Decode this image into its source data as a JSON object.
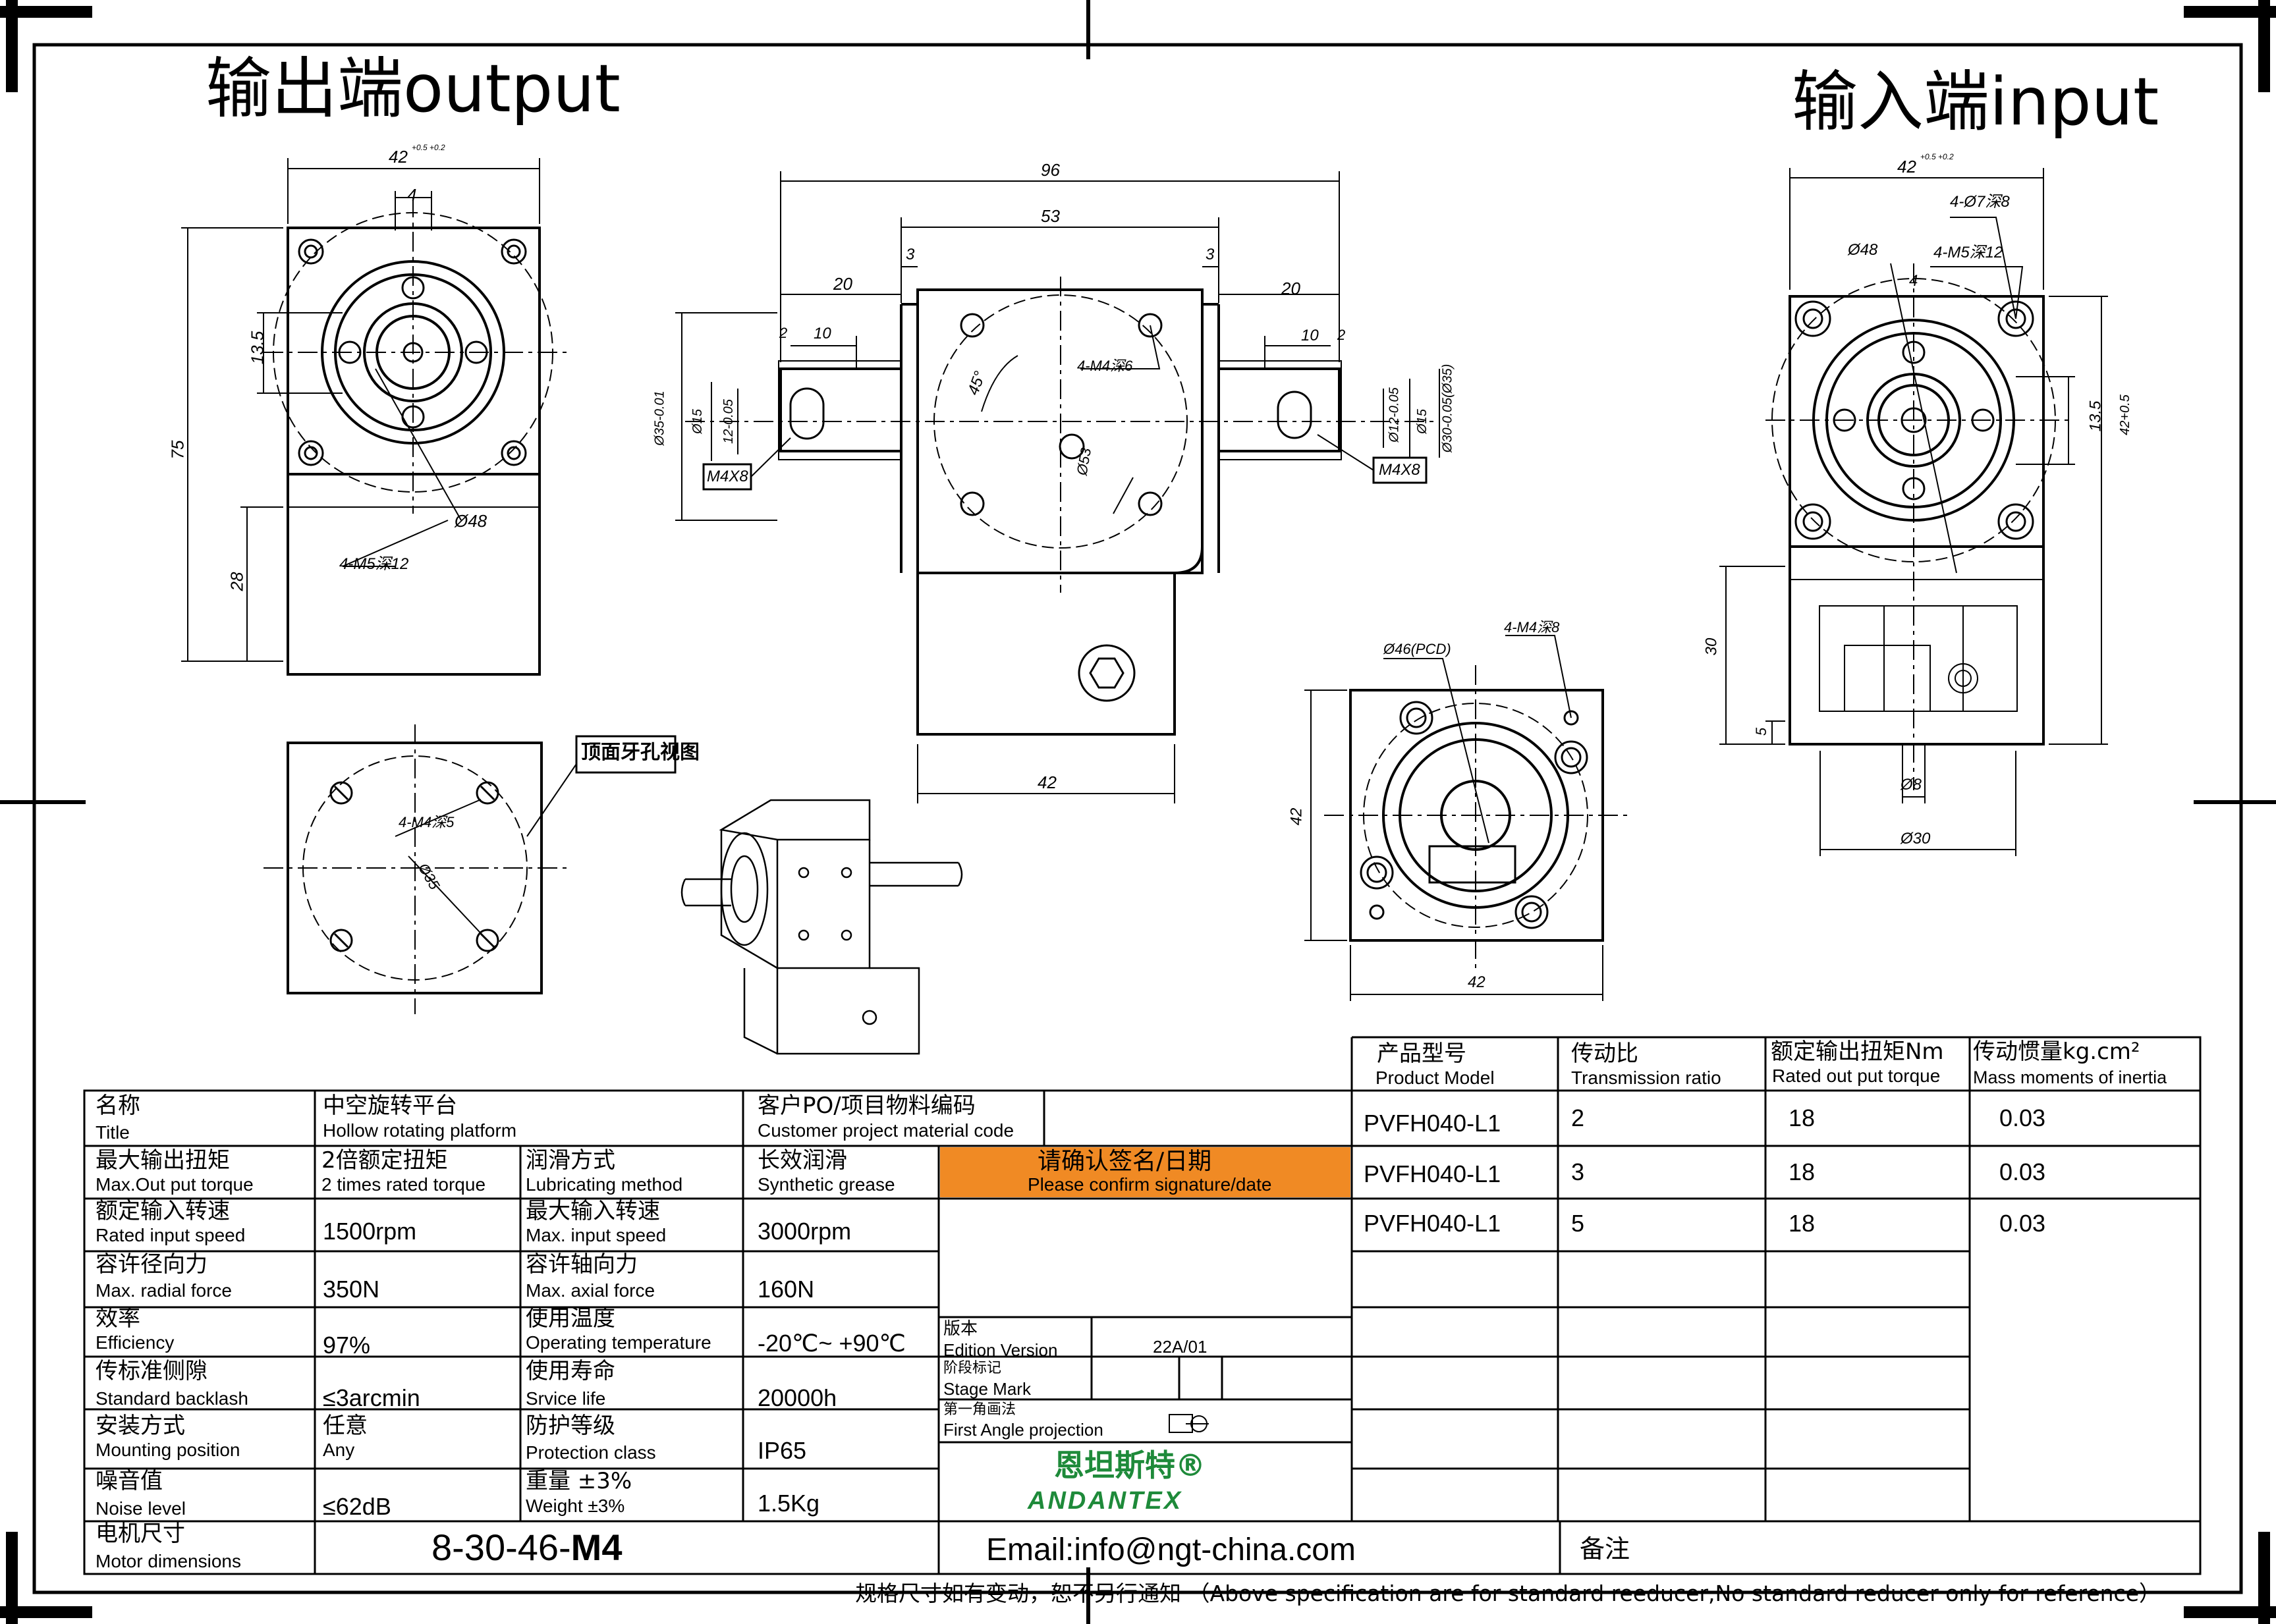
{
  "views": {
    "output_title": "输出端output",
    "input_title": "输入端input",
    "top_view_callout": "顶面牙孔视图"
  },
  "dims": {
    "out_width": "42",
    "out_width_tol": "+0.5 +0.2",
    "out_key": "4",
    "out_135": "13.5",
    "out_75": "75",
    "out_28": "28",
    "out_d48": "Ø48",
    "out_holes": "4-M5深12",
    "side_96": "96",
    "side_53": "53",
    "side_3a": "3",
    "side_3b": "3",
    "side_20a": "20",
    "side_20b": "20",
    "side_10a": "10",
    "side_10b": "10",
    "side_2a": "2",
    "side_2b": "2",
    "side_d35": "Ø35-0.01",
    "side_d15a": "Ø15",
    "side_12a": "12-0.05",
    "side_d15b": "Ø15",
    "side_12b": "Ø12-0.05",
    "side_d30": "Ø30-0.05(Ø35)",
    "side_m4x8a": "M4X8",
    "side_m4x8b": "M4X8",
    "side_45": "45°",
    "side_m4d6": "4-M4深6",
    "side_d53": "Ø53",
    "side_42": "42",
    "in_width": "42",
    "in_width_tol": "+0.5 +0.2",
    "in_d7": "4-Ø7深8",
    "in_d48": "Ø48",
    "in_m5": "4-M5深12",
    "in_key": "4",
    "in_135": "13.5",
    "in_42v": "42+0.5",
    "in_30": "30",
    "in_5": "5",
    "in_d8": "Ø8",
    "in_d30": "Ø30",
    "top_m4": "4-M4深5",
    "top_d35": "Ø35",
    "fl_d46": "Ø46(PCD)",
    "fl_m4": "4-M4深8",
    "fl_42v": "42",
    "fl_42h": "42"
  },
  "product_table": {
    "headers": [
      {
        "cn": "产品型号",
        "en": "Product Model"
      },
      {
        "cn": "传动比",
        "en": "Transmission ratio"
      },
      {
        "cn": "额定输出扭矩Nm",
        "en": "Rated out put torque"
      },
      {
        "cn": "传动惯量kg.cm²",
        "en": "Mass moments of inertia"
      }
    ],
    "rows": [
      [
        "PVFH040-L1",
        "2",
        "18",
        "0.03"
      ],
      [
        "PVFH040-L1",
        "3",
        "18",
        "0.03"
      ],
      [
        "PVFH040-L1",
        "5",
        "18",
        "0.03"
      ]
    ]
  },
  "spec_table": {
    "title_cn": "名称",
    "title_en": "Title",
    "title_val_cn": "中空旋转平台",
    "title_val_en": "Hollow rotating platform",
    "customer_cn": "客户PO/项目物料编码",
    "customer_en": "Customer project material code",
    "max_torque_cn": "最大输出扭矩",
    "max_torque_en": "Max.Out put torque",
    "max_torque_val_cn": "2倍额定扭矩",
    "max_torque_val_en": "2 times rated torque",
    "lub_cn": "润滑方式",
    "lub_en": "Lubricating method",
    "lub_val_cn": "长效润滑",
    "lub_val_en": "Synthetic grease",
    "confirm_cn": "请确认签名/日期",
    "confirm_en": "Please confirm signature/date",
    "rated_speed_cn": "额定输入转速",
    "rated_speed_en": "Rated input speed",
    "rated_speed_val": "1500rpm",
    "max_speed_cn": "最大输入转速",
    "max_speed_en": "Max. input speed",
    "max_speed_val": "3000rpm",
    "radial_cn": "容许径向力",
    "radial_en": "Max. radial force",
    "radial_val": "350N",
    "axial_cn": "容许轴向力",
    "axial_en": "Max. axial force",
    "axial_val": "160N",
    "eff_cn": "效率",
    "eff_en": "Efficiency",
    "eff_val": "97%",
    "temp_cn": "使用温度",
    "temp_en": "Operating temperature",
    "temp_val": "-20℃~ +90℃",
    "backlash_cn": "传标准侧隙",
    "backlash_en": "Standard backlash",
    "backlash_val": "≤3arcmin",
    "life_cn": "使用寿命",
    "life_en": "Srvice life",
    "life_val": "20000h",
    "mount_cn": "安装方式",
    "mount_en": "Mounting position",
    "mount_val_cn": "任意",
    "mount_val_en": "Any",
    "protect_cn": "防护等级",
    "protect_en": "Protection class",
    "protect_val": "IP65",
    "noise_cn": "噪音值",
    "noise_en": "Noise level",
    "noise_val": "≤62dB",
    "weight_cn": "重量 ±3%",
    "weight_en": "Weight ±3%",
    "weight_val": "1.5Kg",
    "motor_cn": "电机尺寸",
    "motor_en": "Motor dimensions",
    "motor_val_a": "8-30-46-",
    "motor_val_b": "M4",
    "edition_cn": "版本",
    "edition_en": "Edition Version",
    "edition_val": "22A/01",
    "stage_cn": "阶段标记",
    "stage_en": "Stage Mark",
    "projection_cn": "第一角画法",
    "projection_en": "First Angle projection",
    "logo_cn": "恩坦斯特®",
    "logo_en": "ANDANTEX",
    "email": "Email:info@ngt-china.com",
    "remark_cn": "备注"
  },
  "footer": "规格尺寸如有变动，恕不另行通知 （Above specification are for standard reeducer,No standard reducer only for reference）",
  "colors": {
    "accent": "#f08a24",
    "brand": "#1e8a3a"
  }
}
